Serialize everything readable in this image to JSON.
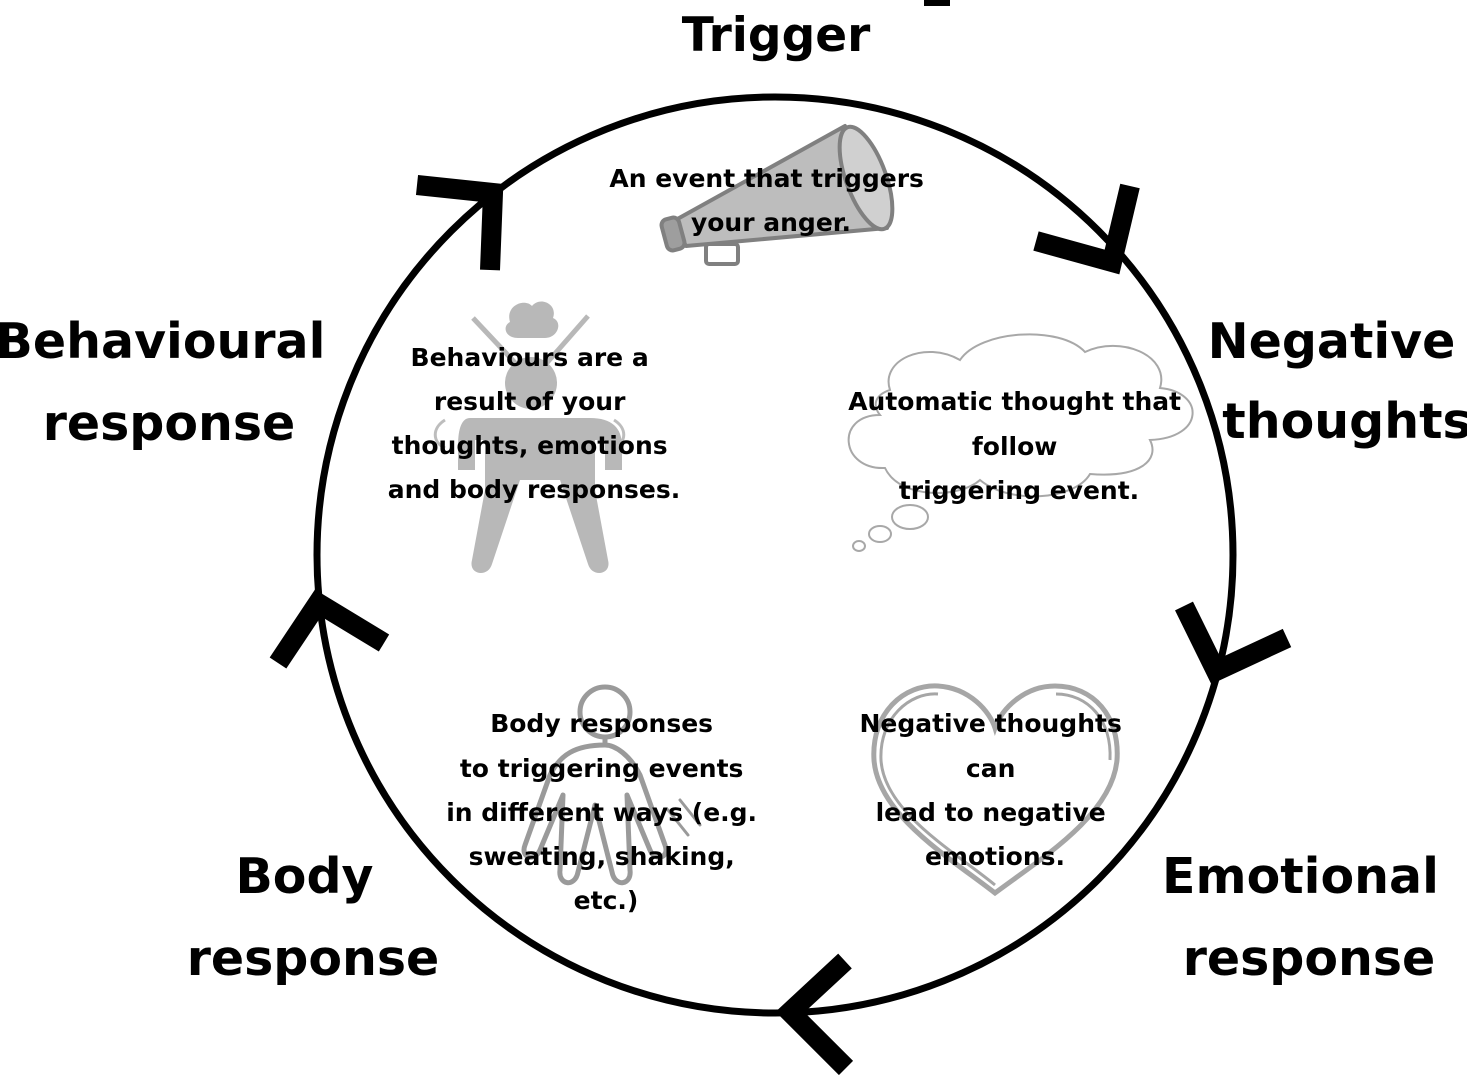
{
  "stages": {
    "trigger": {
      "label_lines": [
        "Trigger"
      ],
      "description_lines": [
        "An event that triggers",
        "your anger."
      ],
      "icon": "megaphone-icon"
    },
    "negative_thoughts": {
      "label_lines": [
        "Negative",
        "thoughts"
      ],
      "description_lines": [
        "Automatic thought that",
        "follow",
        "triggering event."
      ],
      "icon": "thought-cloud-icon"
    },
    "emotional_response": {
      "label_lines": [
        "Emotional",
        "response"
      ],
      "description_lines": [
        "Negative thoughts",
        "can",
        "lead to negative",
        "emotions."
      ],
      "icon": "heart-icon"
    },
    "body_response": {
      "label_lines": [
        "Body",
        "response"
      ],
      "description_lines": [
        "Body responses",
        "to triggering events",
        "in different ways (e.g.",
        "sweating, shaking,",
        "etc.)"
      ],
      "icon": "body-outline-icon"
    },
    "behavioural_response": {
      "label_lines": [
        "Behavioural",
        "response"
      ],
      "description_lines": [
        "Behaviours are a",
        "result of your",
        "thoughts, emotions",
        "and body responses."
      ],
      "icon": "angry-person-icon"
    }
  },
  "colors": {
    "line": "#000000",
    "icon_fill": "#b3b3b3",
    "icon_stroke": "#8a8a8a"
  }
}
